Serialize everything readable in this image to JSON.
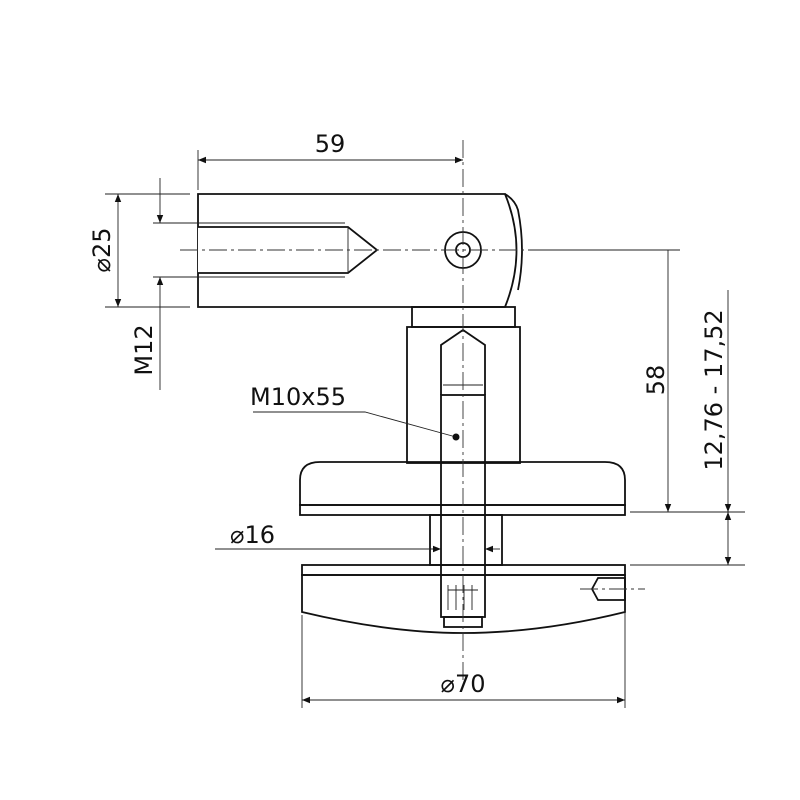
{
  "drawing": {
    "dimensions": {
      "length_top": "59",
      "diameter_block": "⌀25",
      "thread_block": "M12",
      "bolt": "M10x55",
      "height": "58",
      "glass_range": "12,76 - 17,52",
      "diameter_sleeve": "⌀16",
      "diameter_disc": "⌀70"
    },
    "colors": {
      "line": "#111111",
      "background": "#ffffff"
    }
  }
}
